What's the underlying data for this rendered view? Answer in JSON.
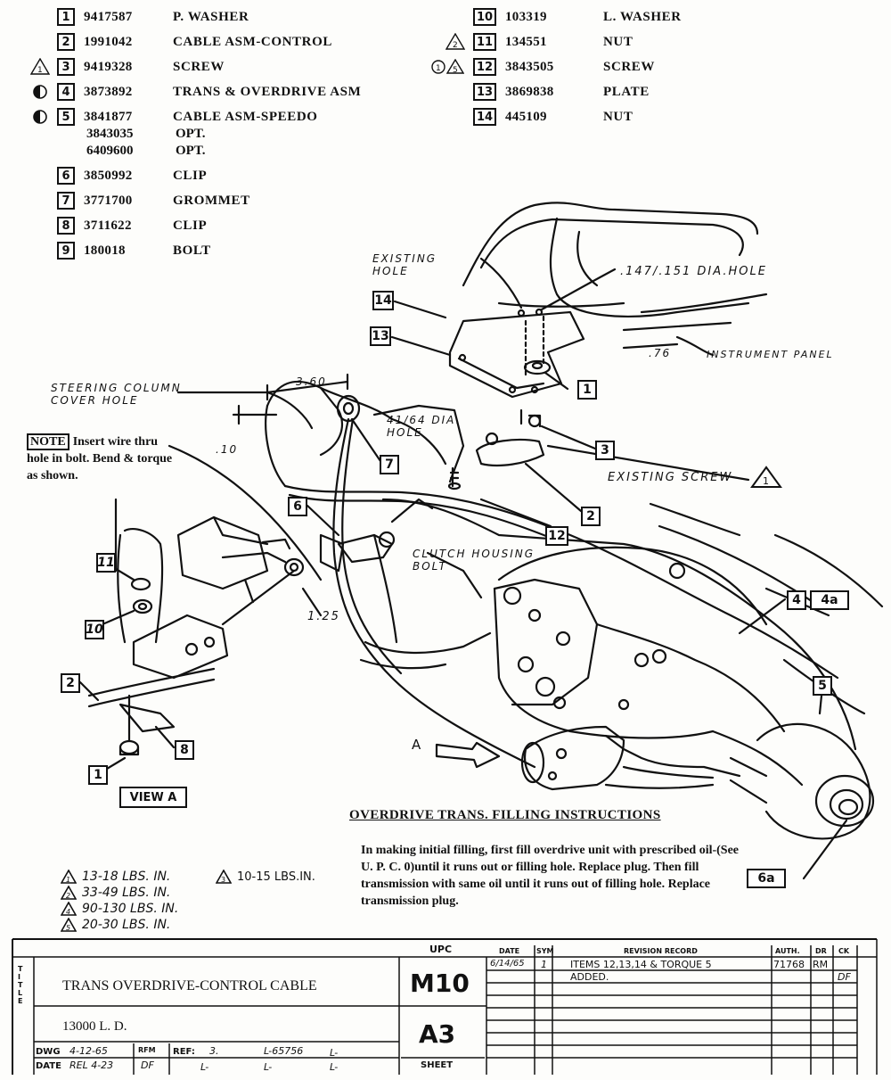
{
  "parts_left": [
    {
      "item": "1",
      "number": "9417587",
      "desc": "P. WASHER",
      "mark": ""
    },
    {
      "item": "2",
      "number": "1991042",
      "desc": "CABLE ASM-CONTROL",
      "mark": ""
    },
    {
      "item": "3",
      "number": "9419328",
      "desc": "SCREW",
      "mark": "1"
    },
    {
      "item": "4",
      "number": "3873892",
      "desc": "TRANS & OVERDRIVE ASM",
      "mark": "half-circle"
    },
    {
      "item": "5",
      "number": "3841877",
      "desc": "CABLE ASM-SPEEDO",
      "mark": "half-circle"
    },
    {
      "item": "6",
      "number": "3850992",
      "desc": "CLIP",
      "mark": ""
    },
    {
      "item": "7",
      "number": "3771700",
      "desc": "GROMMET",
      "mark": ""
    },
    {
      "item": "8",
      "number": "3711622",
      "desc": "CLIP",
      "mark": ""
    },
    {
      "item": "9",
      "number": "180018",
      "desc": "BOLT",
      "mark": ""
    }
  ],
  "speedo_options": [
    {
      "number": "3843035",
      "desc": "OPT."
    },
    {
      "number": "6409600",
      "desc": "OPT."
    }
  ],
  "parts_right": [
    {
      "item": "10",
      "number": "103319",
      "desc": "L. WASHER",
      "mark": ""
    },
    {
      "item": "11",
      "number": "134551",
      "desc": "NUT",
      "mark": "2"
    },
    {
      "item": "12",
      "number": "3843505",
      "desc": "SCREW",
      "mark": "1 5"
    },
    {
      "item": "13",
      "number": "3869838",
      "desc": "PLATE",
      "mark": ""
    },
    {
      "item": "14",
      "number": "445109",
      "desc": "NUT",
      "mark": ""
    }
  ],
  "drawing_labels": {
    "existing_hole": "EXISTING HOLE",
    "dia_hole_147": ".147/.151 DIA.HOLE",
    "instrument_panel": "INSTRUMENT PANEL",
    "dim_76": ".76",
    "steering_column": "STEERING COLUMN COVER HOLE",
    "dim_360": "3.60",
    "dia_hole_41": "41/64 DIA. HOLE",
    "dim_10": ".10",
    "existing_screw": "EXISTING SCREW",
    "clutch_housing": "CLUTCH HOUSING BOLT",
    "dim_125": "1.25",
    "view_a_arrow": "A",
    "view_a": "VIEW A",
    "ref_4a": "4a",
    "ref_6a": "6a"
  },
  "note": {
    "label": "NOTE",
    "text": "Insert wire thru hole in bolt. Bend & torque as shown."
  },
  "instructions": {
    "title": "OVERDRIVE TRANS. FILLING INSTRUCTIONS",
    "body": "In making initial filling, first fill overdrive unit with prescribed oil-(See U. P. C. 0)until it runs out or filling hole. Replace plug. Then fill transmission with same oil until it runs out of filling hole. Replace transmission plug."
  },
  "torques": [
    {
      "mark": "1",
      "value": "13-18 LBS. IN."
    },
    {
      "mark": "2",
      "value": "33-49 LBS. IN."
    },
    {
      "mark": "4",
      "value": "90-130 LBS. IN."
    },
    {
      "mark": "5",
      "value": "20-30 LBS. IN."
    },
    {
      "mark": "3",
      "value": "10-15 LBS.IN."
    }
  ],
  "title_block": {
    "title": "TRANS OVERDRIVE-CONTROL CABLE",
    "model": "13000 L. D.",
    "upc_label": "UPC",
    "upc_group": "M10",
    "sheet_code": "A3",
    "sheet_label": "SHEET",
    "dwg_label": "DWG",
    "dwg_date": "4-12-65",
    "date_label": "DATE",
    "rel_date": "REL 4-23",
    "rfm_label": "RFM",
    "rfm_val": "DF",
    "ref_label": "REF:",
    "ref_val": "3.",
    "l_number": "L-65756",
    "l_blank": "L-",
    "rev_headers": {
      "date": "DATE",
      "sym": "SYM",
      "record": "REVISION RECORD",
      "auth": "AUTH.",
      "dr": "DR",
      "ck": "CK"
    },
    "revision": {
      "date": "6/14/65",
      "sym": "1",
      "text": "ITEMS 12,13,14 & TORQUE 5",
      "text2": "ADDED.",
      "auth": "71768",
      "dr": "RM",
      "ck": "DF"
    }
  }
}
